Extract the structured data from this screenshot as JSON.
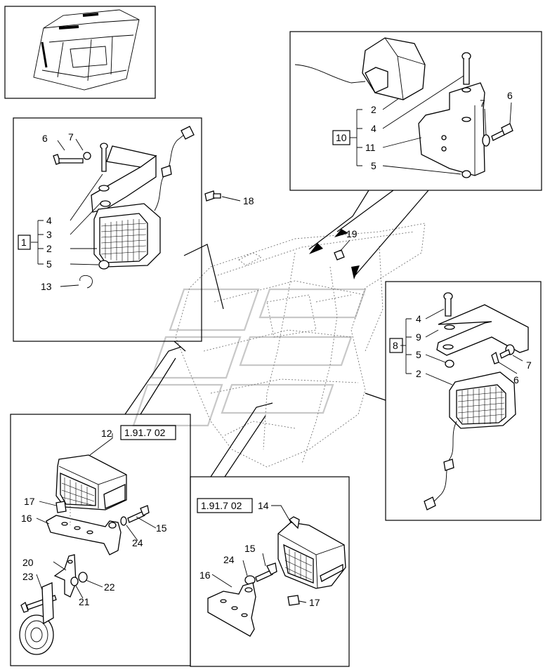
{
  "callouts": {
    "kit_left": "1",
    "kit_top_right": "10",
    "kit_right": "8",
    "ref_left": "1.91.7 02",
    "ref_center": "1.91.7 02"
  },
  "labels": {
    "left_box": {
      "p6": "6",
      "p7": "7",
      "p4": "4",
      "p3": "3",
      "p2": "2",
      "p5": "5",
      "p13": "13"
    },
    "main": {
      "p18": "18",
      "p19": "19"
    },
    "top_right_box": {
      "p2": "2",
      "p4": "4",
      "p11": "11",
      "p5": "5",
      "p7": "7",
      "p6": "6"
    },
    "right_box": {
      "p4": "4",
      "p9": "9",
      "p5": "5",
      "p2": "2",
      "p7": "7",
      "p6": "6"
    },
    "bottom_left_box": {
      "p12": "12",
      "p17": "17",
      "p16": "16",
      "p15": "15",
      "p24": "24",
      "p20": "20",
      "p23": "23",
      "p22": "22",
      "p21": "21"
    },
    "bottom_center_box": {
      "p14": "14",
      "p15": "15",
      "p24": "24",
      "p16": "16",
      "p17": "17"
    }
  }
}
